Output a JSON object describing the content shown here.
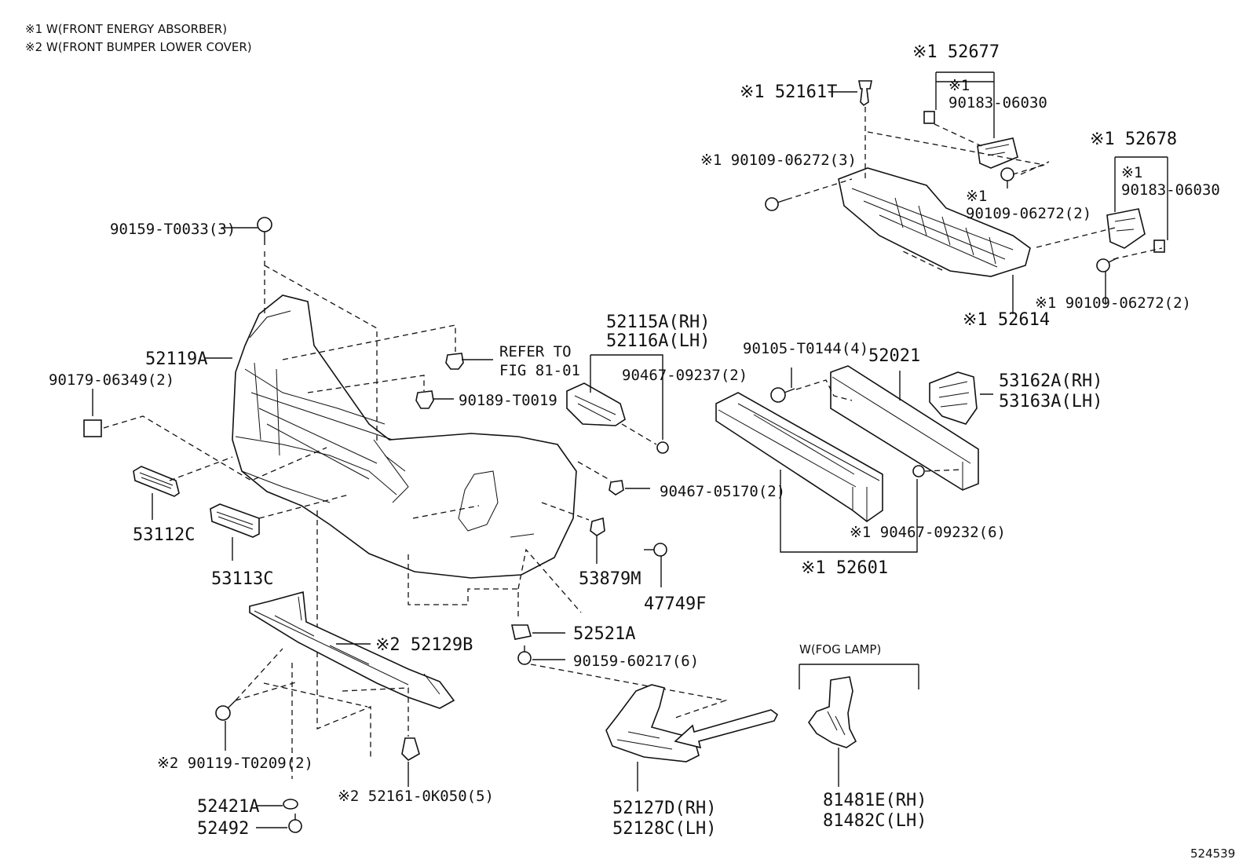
{
  "notes": [
    "※1 W(FRONT ENERGY ABSORBER)",
    "※2 W(FRONT BUMPER LOWER COVER)"
  ],
  "figure_number": "524539",
  "fog_lamp_label": "W(FOG LAMP)",
  "labels": {
    "p52677": "※1 52677",
    "p90183_a_mark": "※1",
    "p90183_a": "90183-06030",
    "p52161T": "※1 52161T",
    "p90109_a": "※1 90109-06272(3)",
    "p90109_b_mark": "※1",
    "p90109_b": "90109-06272(2)",
    "p52678": "※1 52678",
    "p90183_b_mark": "※1",
    "p90183_b": "90183-06030",
    "p90109_c": "※1 90109-06272(2)",
    "p52614": "※1 52614",
    "p90159_T0033": "90159-T0033(3)",
    "p52119A": "52119A",
    "p90179": "90179-06349(2)",
    "refer_line1": "REFER TO",
    "refer_line2": "FIG 81-01",
    "p90189": "90189-T0019",
    "p52115A": "52115A(RH)",
    "p52116A": "52116A(LH)",
    "p90467_09237": "90467-09237(2)",
    "p90105": "90105-T0144(4)",
    "p52021": "52021",
    "p53162A": "53162A(RH)",
    "p53163A": "53163A(LH)",
    "p90467_05170": "90467-05170(2)",
    "p90467_09232": "※1 90467-09232(6)",
    "p52601": "※1 52601",
    "p53112C": "53112C",
    "p53113C": "53113C",
    "p53879M": "53879M",
    "p47749F": "47749F",
    "p52521A": "52521A",
    "p90159_60217": "90159-60217(6)",
    "p52129B": "※2 52129B",
    "p90119": "※2 90119-T0209(2)",
    "p52161_0K050": "※2 52161-0K050(5)",
    "p52421A": "52421A",
    "p52492": "52492",
    "p52127D": "52127D(RH)",
    "p52128C": "52128C(LH)",
    "p81481E": "81481E(RH)",
    "p81482C": "81482C(LH)"
  }
}
